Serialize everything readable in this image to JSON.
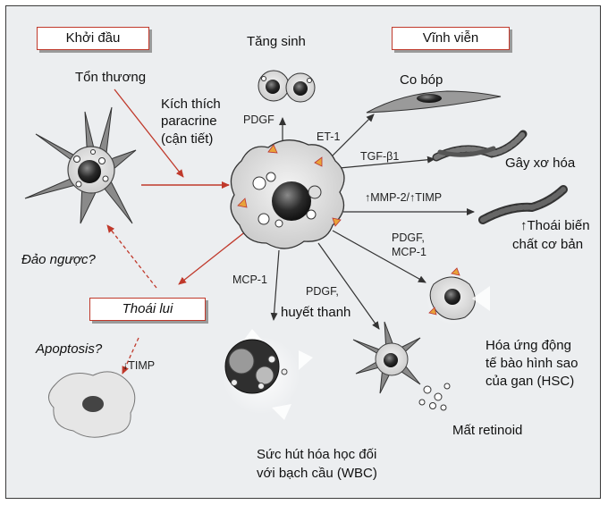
{
  "stages": {
    "initiation": "Khởi đầu",
    "perpetuation": "Vĩnh viễn",
    "resolution": "Thoái lui"
  },
  "inputs": {
    "injury": "Tổn thương",
    "paracrine_line1": "Kích thích",
    "paracrine_line2": "paracrine",
    "paracrine_line3": "(cận tiết)",
    "reversal": "Đảo ngược?",
    "apoptosis": "Apoptosis?",
    "timp_down": "↓TIMP"
  },
  "mediators": {
    "pdgf_top": "PDGF",
    "et1": "ET-1",
    "tgfb1": "TGF-β1",
    "mmp": "↑MMP-2/↑TIMP",
    "pdgf_mcp1_line1": "PDGF,",
    "pdgf_mcp1_line2": "MCP-1",
    "mcp1": "MCP-1",
    "pdgf_serum_line1": "PDGF,",
    "pdgf_serum_line2": "huyết thanh"
  },
  "outcomes": {
    "proliferation": "Tăng sinh",
    "contraction": "Co bóp",
    "fibrosis": "Gây xơ hóa",
    "matrix_line1": "↑Thoái biến",
    "matrix_line2": "chất cơ bản",
    "chemotaxis_line1": "Hóa ứng động",
    "chemotaxis_line2": "tế bào hình sao",
    "chemotaxis_line3": "của gan (HSC)",
    "retinoid": "Mất retinoid",
    "wbc_line1": "Sức hút hóa học đối",
    "wbc_line2": "với bạch cầu (WBC)"
  },
  "colors": {
    "red_arrow": "#c0392b",
    "dark_arrow": "#333333",
    "background": "#eceef0"
  }
}
